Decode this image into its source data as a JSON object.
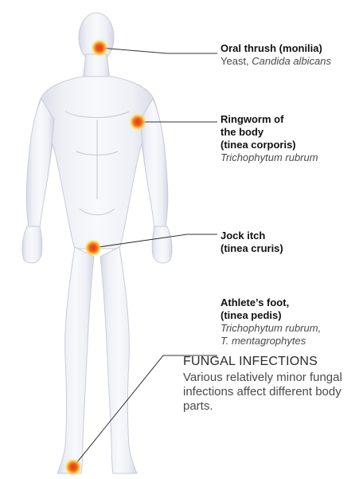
{
  "callouts": {
    "oral": {
      "name": "Oral thrush (monilia)",
      "cause_plain": "Yeast, ",
      "cause_italic": "Candida albicans"
    },
    "ringworm": {
      "name_l1": "Ringworm of",
      "name_l2": "the body",
      "name_l3": "(tinea corporis)",
      "cause_italic": "Trichophytum rubrum"
    },
    "jock": {
      "name_l1": "Jock itch",
      "name_l2": "(tinea cruris)"
    },
    "foot": {
      "name_l1": "Athlete’s foot,",
      "name_l2": "(tinea pedis)",
      "cause_l1": "Trichophytum rubrum,",
      "cause_l2": "T. mentagrophytes"
    }
  },
  "legend": {
    "title": "FUNGAL INFECTIONS",
    "body": "Various relatively minor fungal infections affect different body parts."
  },
  "colors": {
    "hotspot_core": "#e8501e",
    "hotspot_glow": "#f6c21a",
    "leader_line": "#333333",
    "body_fill": "#eef0f6",
    "body_shade": "#d2d6e2"
  }
}
